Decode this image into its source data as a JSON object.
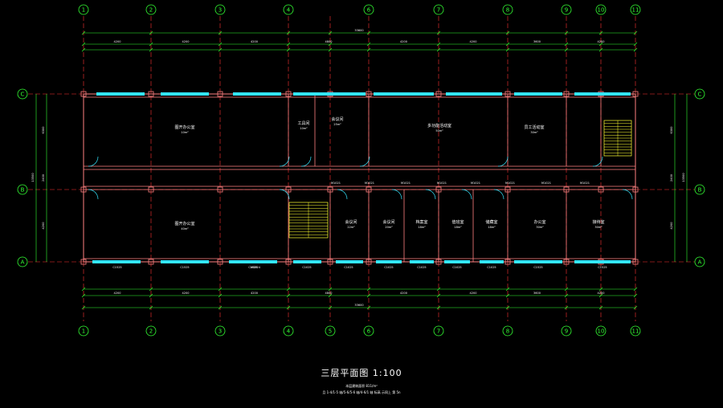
{
  "drawing": {
    "title": "三层平面图 1:100",
    "note_line1": "本层建筑面积 811/m²",
    "note_line2": "且 1-4/1-5 轴/5-6/5-6 轴/4-6/1 轴 标高 示同上 第 5n"
  },
  "grid": {
    "columns": [
      "1",
      "2",
      "3",
      "4",
      "5",
      "6",
      "7",
      "8",
      "9",
      "10",
      "11"
    ],
    "top_columns": [
      "1",
      "2",
      "3",
      "4",
      "6",
      "7",
      "8",
      "9",
      "10",
      "11"
    ],
    "rows": [
      "C",
      "B",
      "A"
    ]
  },
  "rooms": [
    {
      "name": "图开办公室",
      "area": "10m²"
    },
    {
      "name": "工具间",
      "area": "10m²"
    },
    {
      "name": "会议间",
      "area": "25m²"
    },
    {
      "name": "多功能活动室",
      "area": "50m²"
    },
    {
      "name": "员工活动室",
      "area": "30m²"
    },
    {
      "name": "图开办公室",
      "area": "40m²"
    },
    {
      "name": "会议间",
      "area": "22m²"
    },
    {
      "name": "会议间",
      "area": "20m²"
    },
    {
      "name": "档案室",
      "area": "18m²"
    },
    {
      "name": "值班室",
      "area": "18m²"
    },
    {
      "name": "储藏室",
      "area": "18m²"
    },
    {
      "name": "办公室",
      "area": "30m²"
    },
    {
      "name": "接待室",
      "area": "30m²"
    }
  ],
  "windows_bottom": [
    "C1525",
    "C1525",
    "C1525",
    "M1524",
    "C1025",
    "C1025",
    "C1025",
    "C1025",
    "C1025",
    "C1025",
    "C1525",
    "C1525"
  ],
  "door_tags": [
    "M1021",
    "M1021",
    "M1021",
    "M1021",
    "M1021",
    "M1021",
    "M1021",
    "M1021"
  ],
  "dimensions": {
    "overall": "33600",
    "top_spans": [
      "4200",
      "4200",
      "4200",
      "4800",
      "4200",
      "4200",
      "3600",
      "4200"
    ],
    "side": [
      "6300",
      "2400",
      "4200"
    ],
    "side_total": "13500"
  },
  "colors": {
    "grid_line": "#ff3333",
    "axis_bubble": "#33ff33",
    "dimension": "#33ff33",
    "wall": "#ff8080",
    "window": "#33e6ff",
    "text": "#ffffff",
    "stair": "#ffff33"
  }
}
